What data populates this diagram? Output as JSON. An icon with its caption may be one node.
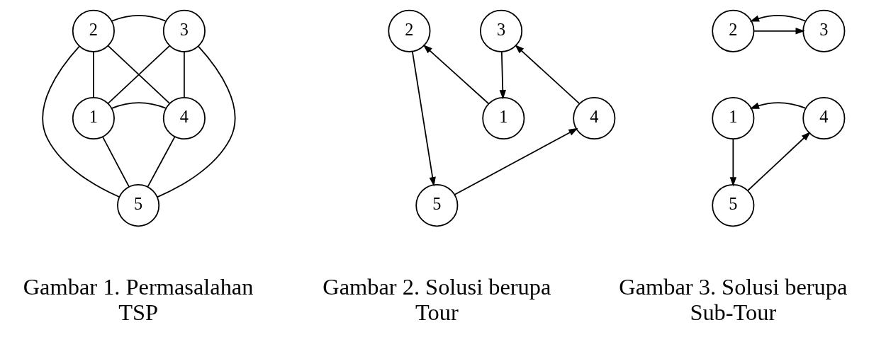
{
  "diagram": {
    "nodes": [
      {
        "text": [
          "3"
        ]
      },
      {
        "text": [
          "2"
        ]
      },
      {
        "text": [
          "4"
        ]
      },
      {
        "text": [
          "1"
        ]
      },
      {
        "text": [
          "5"
        ]
      },
      {
        "text": [
          "3"
        ]
      },
      {
        "text": [
          "2"
        ]
      },
      {
        "text": [
          "4"
        ]
      },
      {
        "text": [
          "1"
        ]
      },
      {
        "text": [
          "5"
        ]
      },
      {
        "text": [
          "3"
        ]
      },
      {
        "text": [
          "2"
        ]
      },
      {
        "text": [
          "4"
        ]
      },
      {
        "text": [
          "1"
        ]
      },
      {
        "text": [
          "5"
        ]
      }
    ],
    "edges": [
      {
        "from": 1,
        "to": 0,
        "arrow": "none"
      },
      {
        "from": 1,
        "to": 2,
        "arrow": "none"
      },
      {
        "from": 1,
        "to": 3,
        "arrow": "none"
      },
      {
        "from": 1,
        "to": 4,
        "arrow": "none"
      },
      {
        "from": 0,
        "to": 3,
        "arrow": "none"
      },
      {
        "from": 0,
        "to": 4,
        "arrow": "none"
      },
      {
        "from": 0,
        "to": 2,
        "arrow": "none"
      },
      {
        "from": 3,
        "to": 2,
        "arrow": "none"
      },
      {
        "from": 3,
        "to": 4,
        "arrow": "none"
      },
      {
        "from": 2,
        "to": 4,
        "arrow": "none"
      },
      {
        "from": 8,
        "to": 6,
        "arrow": "to"
      },
      {
        "from": 6,
        "to": 9,
        "arrow": "to"
      },
      {
        "from": 9,
        "to": 7,
        "arrow": "to"
      },
      {
        "from": 7,
        "to": 5,
        "arrow": "to"
      },
      {
        "from": 5,
        "to": 8,
        "arrow": "to"
      },
      {
        "from": 11,
        "to": 10,
        "arrow": "to"
      },
      {
        "from": 10,
        "to": 11,
        "arrow": "to"
      },
      {
        "from": 12,
        "to": 13,
        "arrow": "to"
      },
      {
        "from": 13,
        "to": 14,
        "arrow": "to"
      },
      {
        "from": 14,
        "to": 12,
        "arrow": "to"
      }
    ],
    "labels": [
      "Gambar 1. Permasalahan TSP",
      "Gambar 2. Solusi berupa Tour",
      "Gambar 3. Solusi berupa Sub-Tour"
    ]
  }
}
